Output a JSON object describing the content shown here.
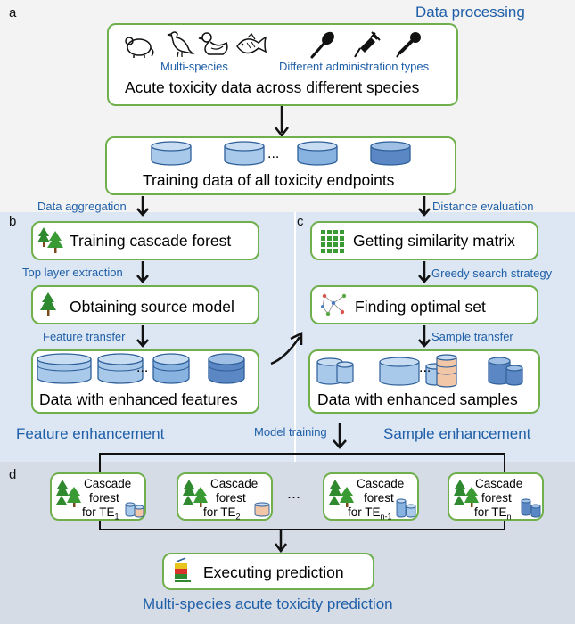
{
  "panels": {
    "a": {
      "letter": "a",
      "title": "Data processing"
    },
    "b": {
      "letter": "b",
      "title": "Feature enhancement"
    },
    "c": {
      "letter": "c",
      "title": "Sample enhancement"
    },
    "d": {
      "letter": "d",
      "title": "Multi-species acute toxicity prediction"
    }
  },
  "top_box": {
    "multi_species": "Multi-species",
    "admin_types": "Different administration types",
    "main": "Acute toxicity data across different species"
  },
  "training_box": {
    "ellipsis": "...",
    "label": "Training data of all toxicity endpoints"
  },
  "arrows": {
    "data_aggregation": "Data aggregation",
    "distance_evaluation": "Distance evaluation",
    "top_layer": "Top layer extraction",
    "feature_transfer": "Feature transfer",
    "greedy": "Greedy search strategy",
    "sample_transfer": "Sample transfer",
    "model_training": "Model training"
  },
  "panel_b": {
    "box1": "Training cascade forest",
    "box2": "Obtaining source model",
    "box3_ellipsis": "...",
    "box3": "Data with enhanced features"
  },
  "panel_c": {
    "box1": "Getting similarity matrix",
    "box2": "Finding optimal set",
    "box3_ellipsis": "...",
    "box3": "Data with enhanced samples"
  },
  "panel_d": {
    "forests": [
      {
        "l1": "Cascade",
        "l2": "forest",
        "l3": "for TE",
        "sub": "1"
      },
      {
        "l1": "Cascade",
        "l2": "forest",
        "l3": "for TE",
        "sub": "2"
      },
      {
        "l1": "Cascade",
        "l2": "forest",
        "l3": "for TE",
        "sub": "n-1"
      },
      {
        "l1": "Cascade",
        "l2": "forest",
        "l3": "for TE",
        "sub": "n"
      }
    ],
    "ellipsis": "...",
    "predict": "Executing prediction"
  },
  "colors": {
    "green": "#6fb04d",
    "blue_text": "#1f5fa8",
    "panel_a_bg": "#f2f2f2",
    "panel_bc_bg": "#dfe9f5",
    "panel_d_bg": "#d5dbe4",
    "cyl_fill": "#a9c9ea",
    "cyl_dark": "#5b88c4"
  },
  "icons": [
    "mouse-icon",
    "bird-icon",
    "duck-icon",
    "fish-icon",
    "spoon-icon",
    "syringe-icon",
    "dropper-icon",
    "tree-icon",
    "grid-icon",
    "network-icon",
    "prediction-icon"
  ]
}
